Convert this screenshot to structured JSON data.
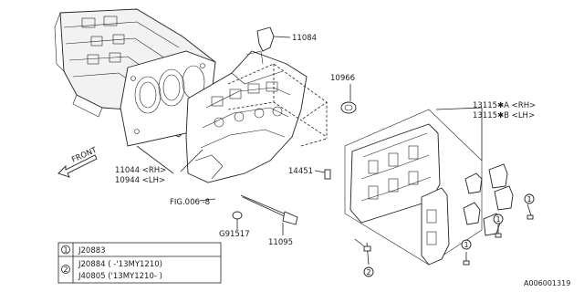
{
  "labels": {
    "part_11084": "11084",
    "part_10966": "10966",
    "part_13115a": "13115✱A <RH>",
    "part_13115b": "13115✱B <LH>",
    "part_14451": "14451",
    "part_11044": "11044 <RH>",
    "part_10944": "10944 <LH>",
    "fig_ref": "FIG.006 -8",
    "part_g91517": "G91517",
    "part_11095": "11095",
    "front": "FRONT",
    "diagram_id": "A006001319"
  },
  "callouts": {
    "one": "1",
    "two": "2"
  },
  "legend": {
    "rows": [
      {
        "marker": "1",
        "text": "J20883"
      },
      {
        "marker": "2",
        "text": "J20884 ( -'13MY1210)"
      },
      {
        "marker": "",
        "text": "J40805 ('13MY1210- )"
      }
    ]
  }
}
